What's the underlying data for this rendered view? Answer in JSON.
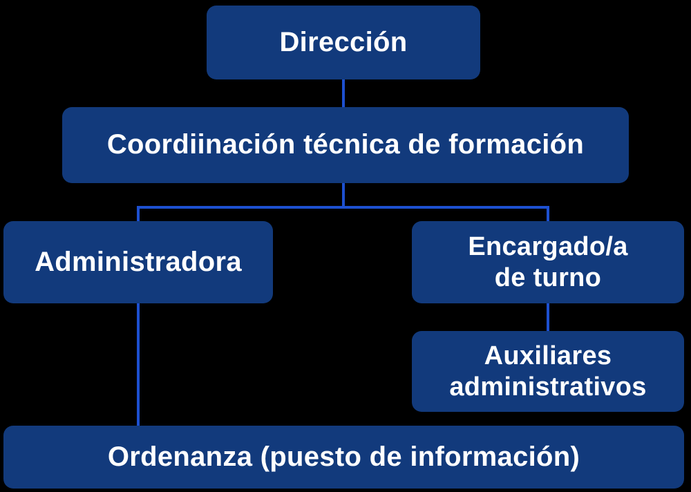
{
  "diagram": {
    "type": "org-chart",
    "background_color": "#000000",
    "node_color": "#123a7c",
    "connector_color": "#1d50d0",
    "text_color": "#ffffff",
    "nodes": [
      {
        "id": "direccion",
        "label": "Dirección"
      },
      {
        "id": "coordinacion",
        "label": "Coordiinación técnica de formación"
      },
      {
        "id": "administradora",
        "label": "Administradora"
      },
      {
        "id": "encargado",
        "label": "Encargado/a\nde turno"
      },
      {
        "id": "auxiliares",
        "label": "Auxiliares\nadministrativos"
      },
      {
        "id": "ordenanza",
        "label": "Ordenanza (puesto de información)"
      }
    ],
    "edges": [
      {
        "from": "direccion",
        "to": "coordinacion"
      },
      {
        "from": "coordinacion",
        "to": "administradora"
      },
      {
        "from": "coordinacion",
        "to": "encargado"
      },
      {
        "from": "encargado",
        "to": "auxiliares"
      },
      {
        "from": "administradora",
        "to": "ordenanza"
      }
    ]
  }
}
